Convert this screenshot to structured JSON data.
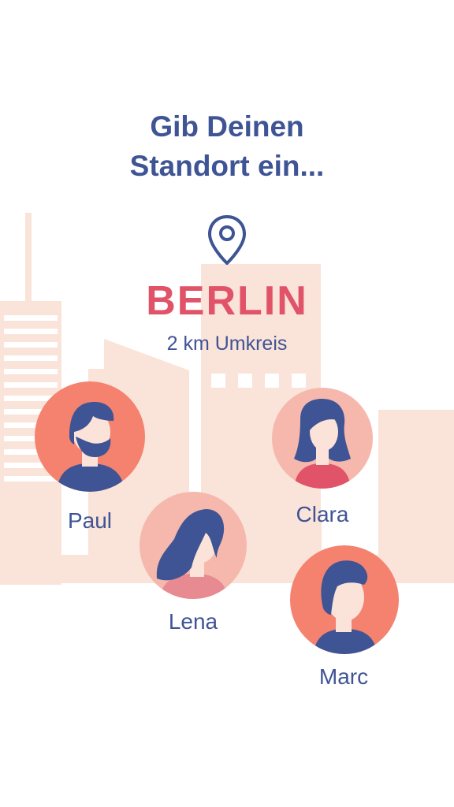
{
  "header": {
    "title_line1": "Gib Deinen",
    "title_line2": "Standort ein..."
  },
  "location": {
    "icon": "map-pin-icon",
    "city": "BERLIN",
    "radius": "2 km Umkreis"
  },
  "people": [
    {
      "name": "Paul"
    },
    {
      "name": "Clara"
    },
    {
      "name": "Lena"
    },
    {
      "name": "Marc"
    }
  ],
  "colors": {
    "navy": "#3f5494",
    "coral": "#e05368",
    "salmon": "#f4826f",
    "pink": "#f6b8ad",
    "skyline": "#fae3d8"
  }
}
